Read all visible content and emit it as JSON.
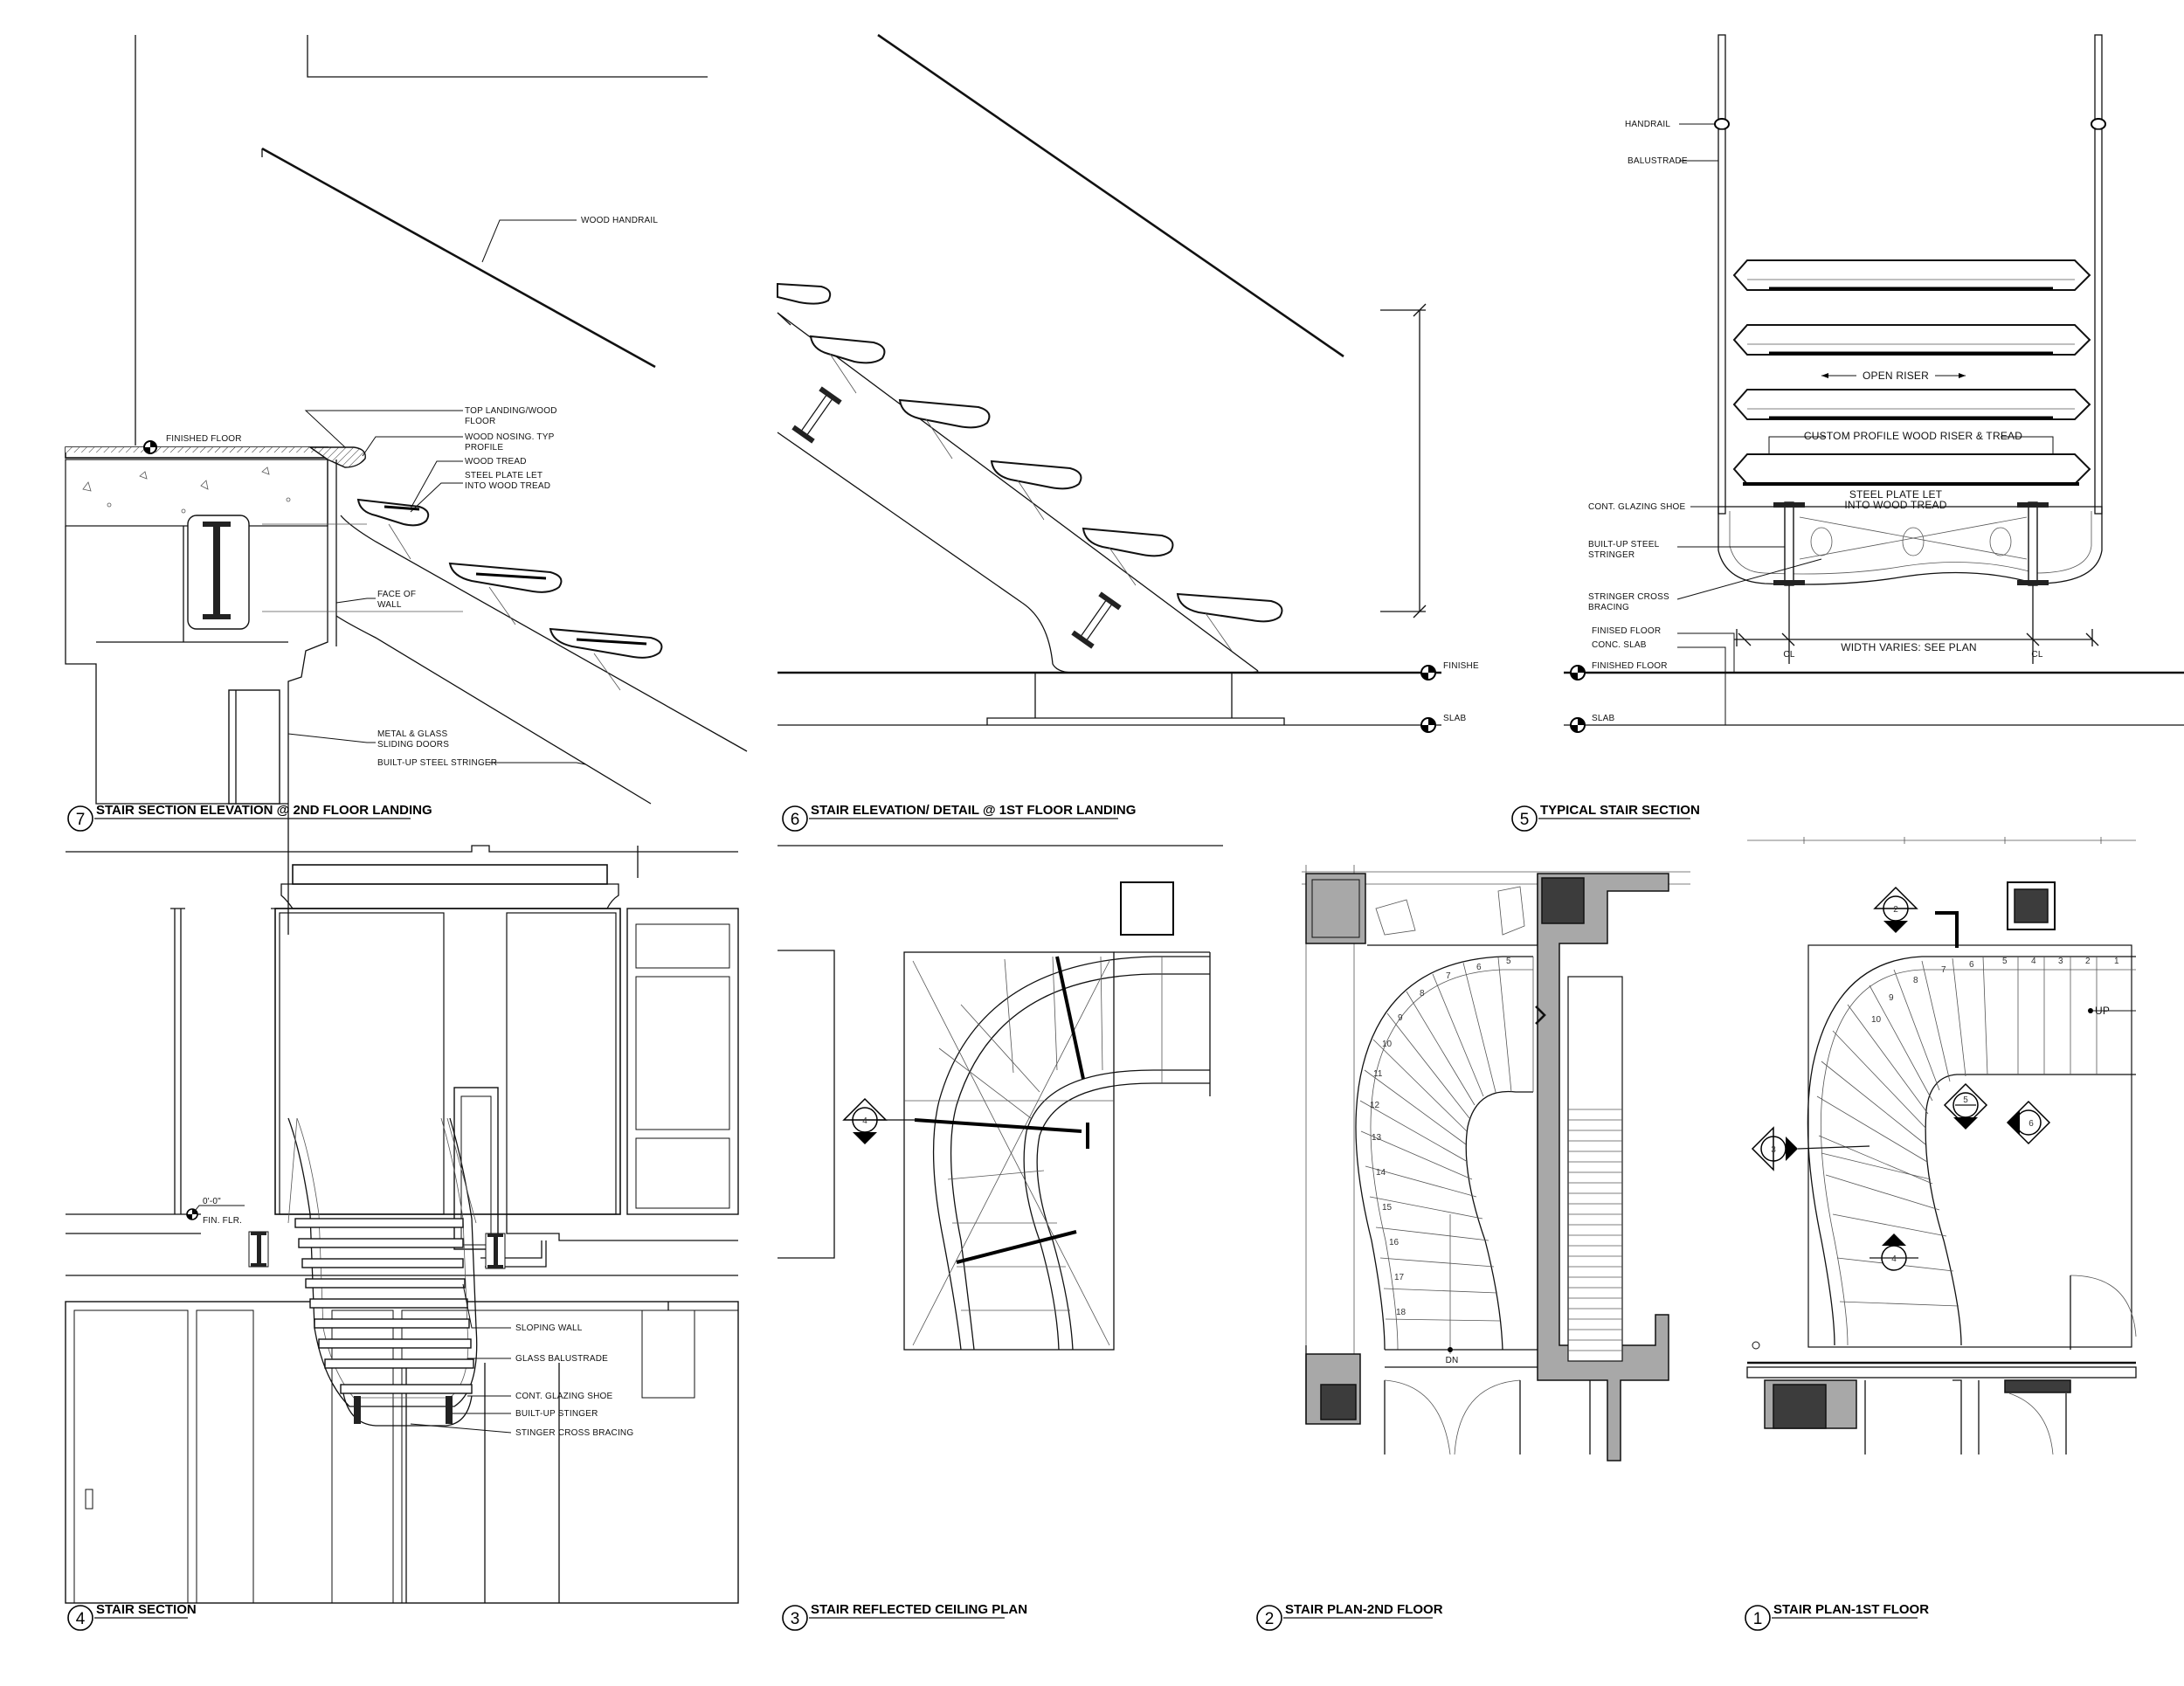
{
  "views": {
    "v7": {
      "number": "7",
      "title": "STAIR  SECTION ELEVATION @ 2ND FLOOR LANDING"
    },
    "v6": {
      "number": "6",
      "title": "STAIR ELEVATION/ DETAIL  @ 1ST FLOOR LANDING"
    },
    "v5": {
      "number": "5",
      "title": "TYPICAL STAIR SECTION"
    },
    "v4": {
      "number": "4",
      "title": "STAIR SECTION"
    },
    "v3": {
      "number": "3",
      "title": "STAIR REFLECTED CEILING PLAN"
    },
    "v2": {
      "number": "2",
      "title": "STAIR PLAN-2ND FLOOR"
    },
    "v1": {
      "number": "1",
      "title": "STAIR PLAN-1ST FLOOR"
    }
  },
  "notes7": {
    "wood_handrail": "WOOD HANDRAIL",
    "finished_floor": "FINISHED FLOOR",
    "top_landing_1": "TOP LANDING/WOOD",
    "top_landing_2": "FLOOR",
    "nosing_1": "WOOD NOSING. TYP",
    "nosing_2": "PROFILE",
    "wood_tread": "WOOD TREAD",
    "steel_plate_1": "STEEL PLATE LET",
    "steel_plate_2": "INTO WOOD TREAD",
    "face_wall_1": "FACE OF",
    "face_wall_2": "WALL",
    "doors_1": "METAL & GLASS",
    "doors_2": "SLIDING DOORS",
    "stringer": "BUILT-UP STEEL STRINGER"
  },
  "notes6": {
    "finished": "FINISHE",
    "slab": "SLAB"
  },
  "notes5": {
    "handrail": "HANDRAIL",
    "balustrade": "BALUSTRADE",
    "open_riser": "OPEN RISER",
    "custom_profile": "CUSTOM PROFILE WOOD RISER & TREAD",
    "steel_plate_1": "STEEL PLATE LET",
    "steel_plate_2": "INTO WOOD TREAD",
    "glazing_shoe": "CONT. GLAZING SHOE",
    "builtup_1": "BUILT-UP STEEL",
    "builtup_2": "STRINGER",
    "cross_1": "STRINGER CROSS",
    "cross_2": "BRACING",
    "finised_floor": "FINISED FLOOR",
    "conc_slab": "CONC. SLAB",
    "width_varies": "WIDTH VARIES: SEE PLAN",
    "cl": "CL",
    "finished_floor": "FINISHED FLOOR",
    "slab": "SLAB"
  },
  "notes4": {
    "level": "0'-0\"",
    "fin_flr": "FIN. FLR.",
    "sloping_wall": "SLOPING WALL",
    "glass_balustrade": "GLASS BALUSTRADE",
    "glazing_shoe": "CONT. GLAZING SHOE",
    "builtup": "BUILT-UP STINGER",
    "cross_bracing": "STINGER CROSS BRACING"
  },
  "notes3": {
    "tag": "4"
  },
  "notes2": {
    "steps": [
      "5",
      "6",
      "7",
      "8",
      "9",
      "10",
      "11",
      "12",
      "13",
      "14",
      "15",
      "16",
      "17",
      "18"
    ],
    "dn": "DN"
  },
  "notes1": {
    "steps": [
      "1",
      "2",
      "3",
      "4",
      "5",
      "6",
      "7",
      "8",
      "9",
      "10"
    ],
    "up": "UP",
    "tags": [
      "2",
      "3",
      "4",
      "5",
      "6"
    ]
  }
}
